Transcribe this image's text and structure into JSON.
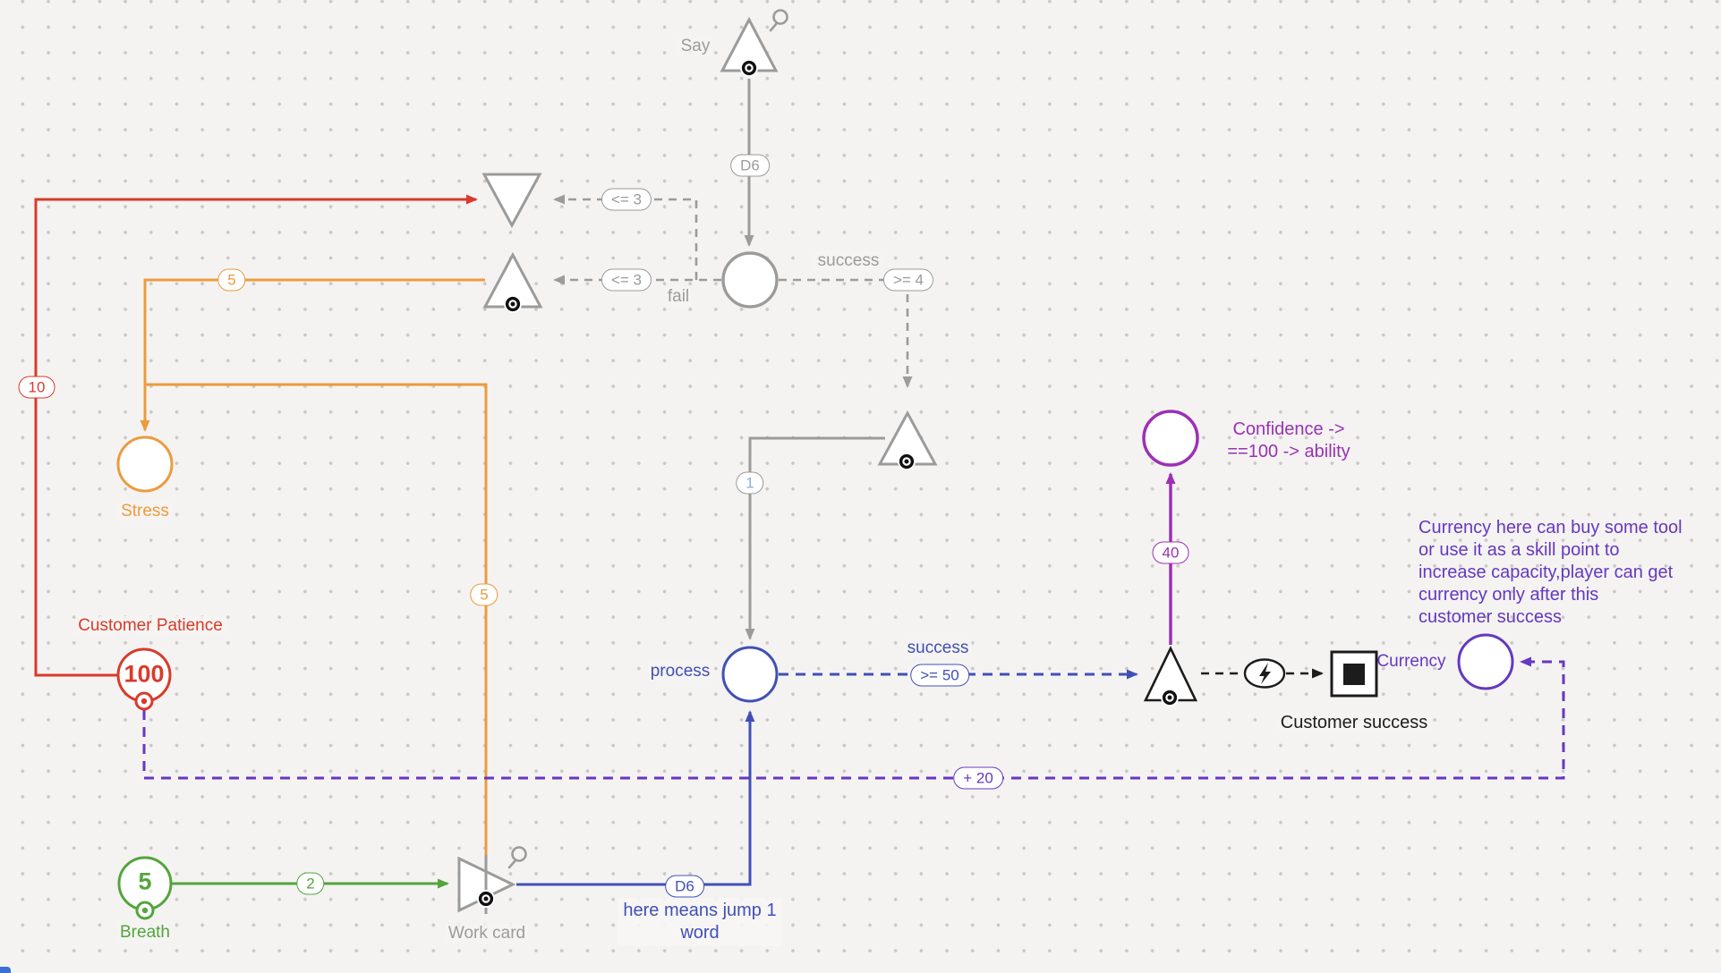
{
  "colors": {
    "background": "#f4f3f2",
    "grid_dot": "#c9c8c6",
    "gray": "#9b9b9b",
    "red": "#d93a2b",
    "orange": "#ec9b3e",
    "green": "#53a53c",
    "indigo": "#4050b5",
    "deep_purple": "#6538c0",
    "magenta": "#9c30b5",
    "black": "#1c1c1c"
  },
  "nodes": {
    "say": {
      "label": "Say"
    },
    "stress": {
      "label": "Stress"
    },
    "customer_patience": {
      "label": "Customer Patience",
      "value": "100"
    },
    "breath": {
      "label": "Breath",
      "value": "5"
    },
    "work_card": {
      "label": "Work card"
    },
    "process": {
      "label": "process"
    },
    "customer_success": {
      "label": "Customer success"
    },
    "currency": {
      "label": "Currency"
    }
  },
  "edge_labels": {
    "d6_top": "D6",
    "le3_top": "<= 3",
    "le3_mid": "<= 3",
    "ge4": ">= 4",
    "success_top": "success",
    "fail": "fail",
    "one": "1",
    "ten": "10",
    "five_stress": "5",
    "five_work": "5",
    "two": "2",
    "d6_work": "D6",
    "success_mid": "success",
    "ge50": ">= 50",
    "forty": "40",
    "plus20": "+ 20"
  },
  "annotations": {
    "confidence": {
      "line1": "Confidence ->",
      "line2": "==100 -> ability"
    },
    "currency": {
      "line1": "Currency here can buy some tool",
      "line2": "or use it as a skill point to",
      "line3": "increase capacity,player can get",
      "line4": "currency only after this",
      "line5": "customer success"
    },
    "jump": {
      "line1": "here means jump 1",
      "line2": "word"
    }
  }
}
